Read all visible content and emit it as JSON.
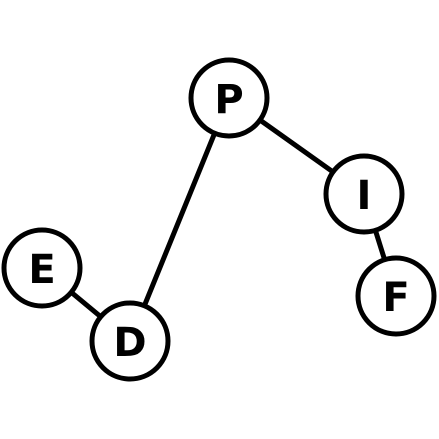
{
  "graph": {
    "nodes": [
      {
        "id": "P",
        "label": "P"
      },
      {
        "id": "I",
        "label": "I"
      },
      {
        "id": "E",
        "label": "E"
      },
      {
        "id": "D",
        "label": "D"
      },
      {
        "id": "F",
        "label": "F"
      }
    ],
    "edges": [
      {
        "from": "P",
        "to": "I"
      },
      {
        "from": "P",
        "to": "D"
      },
      {
        "from": "E",
        "to": "D"
      },
      {
        "from": "I",
        "to": "F"
      }
    ],
    "colors": {
      "stroke": "#000000",
      "fill": "#ffffff",
      "text": "#000000"
    }
  }
}
